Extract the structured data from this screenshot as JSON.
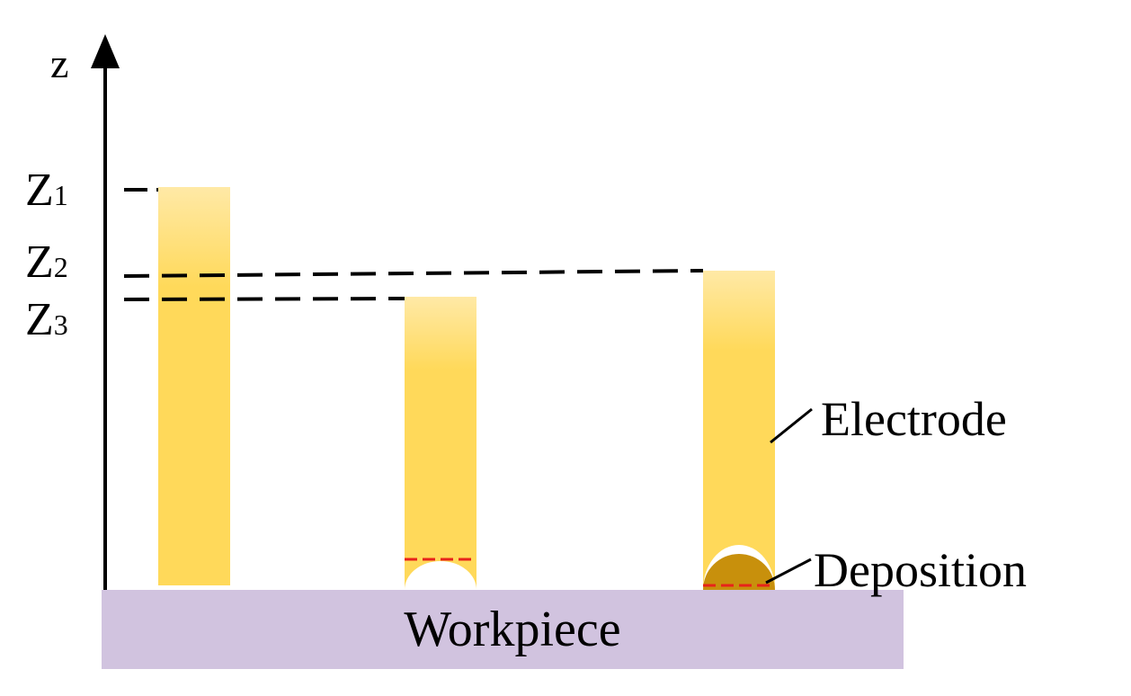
{
  "axis": {
    "label": "z"
  },
  "levels": [
    {
      "id": "z1",
      "main": "Z",
      "sub": "1"
    },
    {
      "id": "z2",
      "main": "Z",
      "sub": "2"
    },
    {
      "id": "z3",
      "main": "Z",
      "sub": "3"
    }
  ],
  "labels": {
    "electrode": "Electrode",
    "deposition": "Deposition",
    "workpiece": "Workpiece"
  },
  "colors": {
    "electrode": "#ffd95a",
    "electrode_top": "#ffe8a0",
    "workpiece": "#d1c3df",
    "deposition": "#c8900c",
    "red_dash": "#e8231a",
    "line": "#000000"
  }
}
